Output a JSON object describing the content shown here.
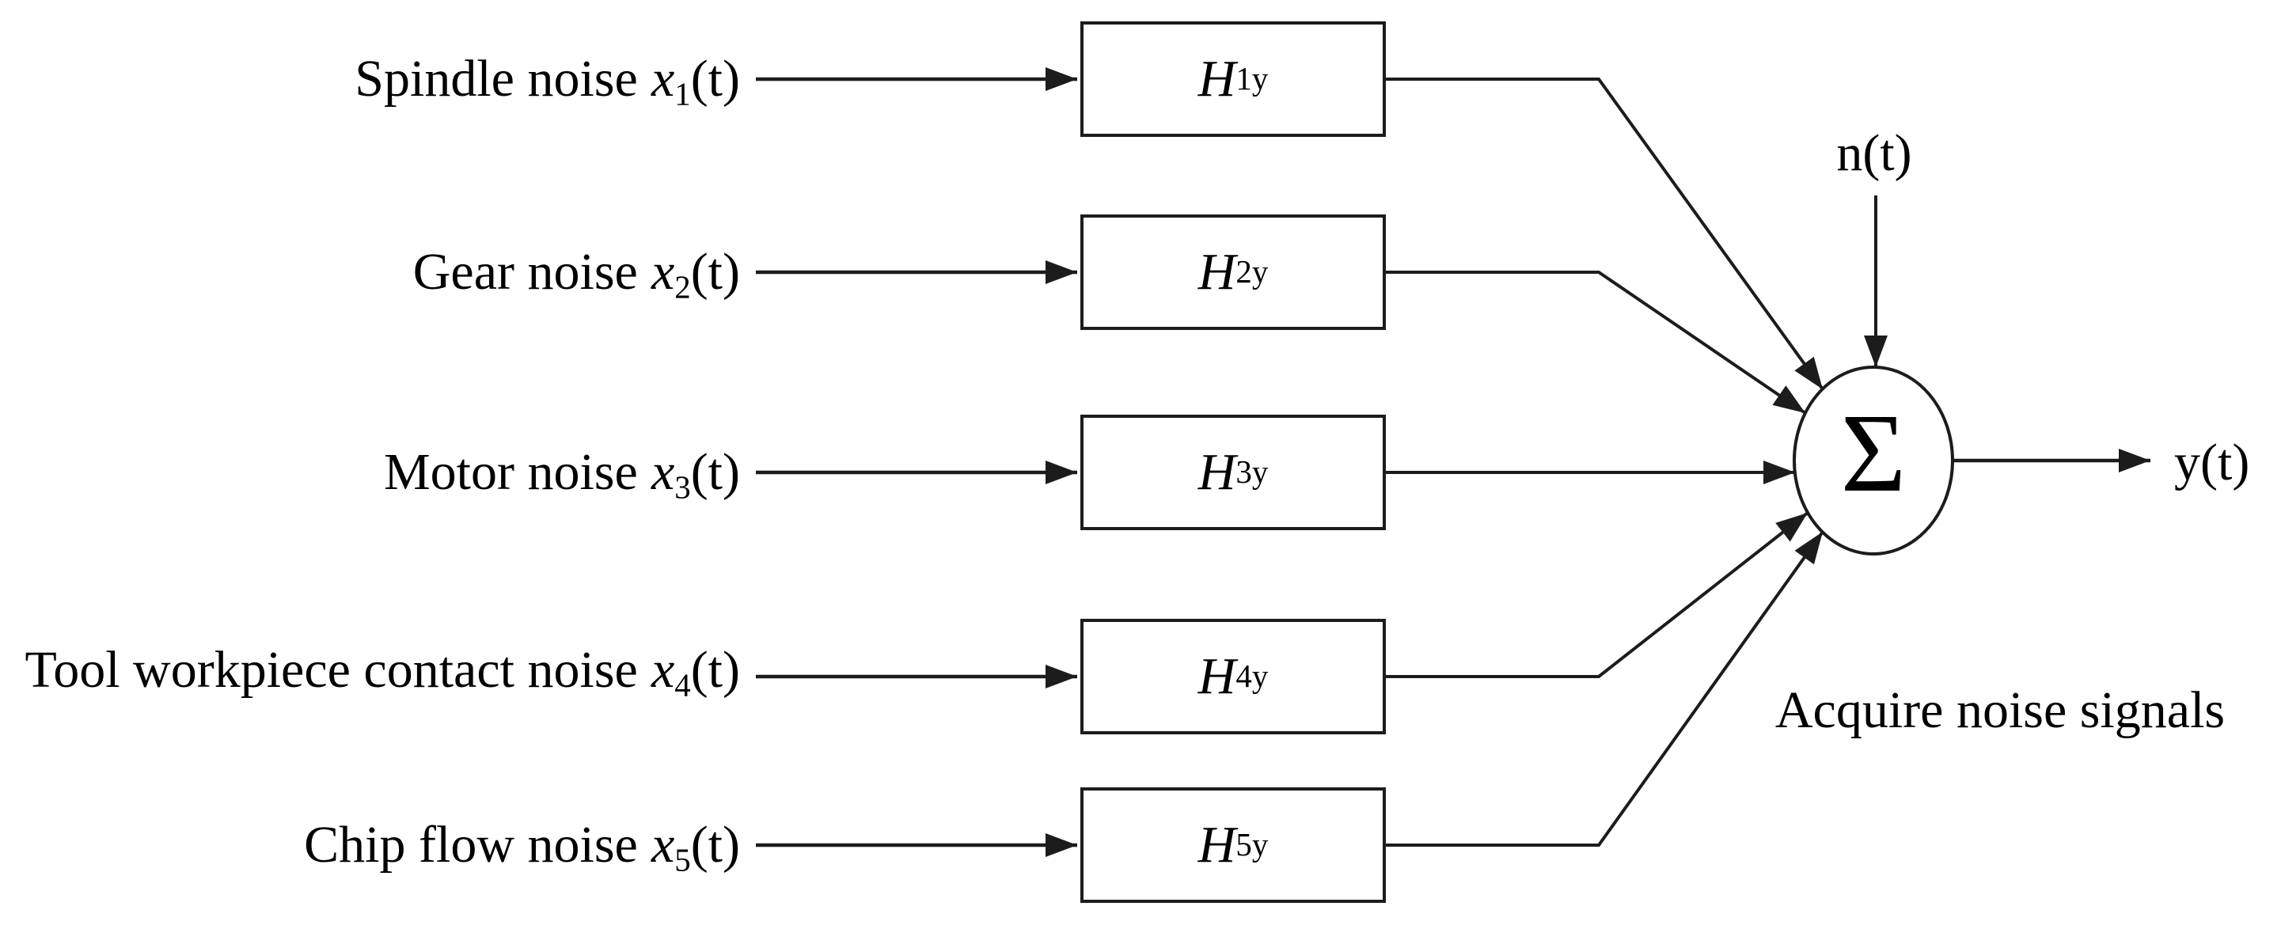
{
  "palette": {
    "ink": "#1c1c1c",
    "paper": "#ffffff"
  },
  "sources": [
    {
      "name": "Spindle noise",
      "variable": "x",
      "var_sub": "1",
      "arg": "(t)",
      "transfer_base": "H",
      "transfer_sub": "1y"
    },
    {
      "name": "Gear noise",
      "variable": "x",
      "var_sub": "2",
      "arg": "(t)",
      "transfer_base": "H",
      "transfer_sub": "2y"
    },
    {
      "name": "Motor noise",
      "variable": "x",
      "var_sub": "3",
      "arg": "(t)",
      "transfer_base": "H",
      "transfer_sub": "3y"
    },
    {
      "name": "Tool workpiece contact noise",
      "variable": "x",
      "var_sub": "4",
      "arg": "(t)",
      "transfer_base": "H",
      "transfer_sub": "4y"
    },
    {
      "name": "Chip flow noise",
      "variable": "x",
      "var_sub": "5",
      "arg": "(t)",
      "transfer_base": "H",
      "transfer_sub": "5y"
    }
  ],
  "sum_node": {
    "symbol": "Σ"
  },
  "noise_input": {
    "label": "n(t)"
  },
  "output": {
    "label": "y(t)"
  },
  "annotation": {
    "label": "Acquire noise signals"
  }
}
